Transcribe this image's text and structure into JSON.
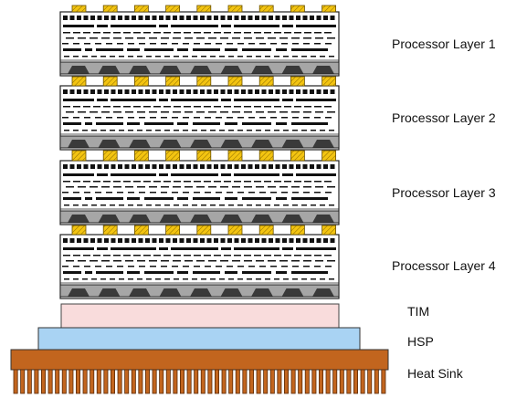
{
  "labels": {
    "layer_1": "Processor Layer 1",
    "layer_2": "Processor Layer 2",
    "layer_3": "Processor Layer 3",
    "layer_4": "Processor Layer 4",
    "tim": "TIM",
    "hsp": "HSP",
    "heat_sink": "Heat Sink"
  },
  "colors": {
    "tim": "#f9dcdc",
    "hsp": "#a9d3f3",
    "heat_sink": "#c2651e",
    "microbump": "#f3c411",
    "bond_layer": "#a6a6a6",
    "wiring": "#111111",
    "outline": "#222222"
  }
}
